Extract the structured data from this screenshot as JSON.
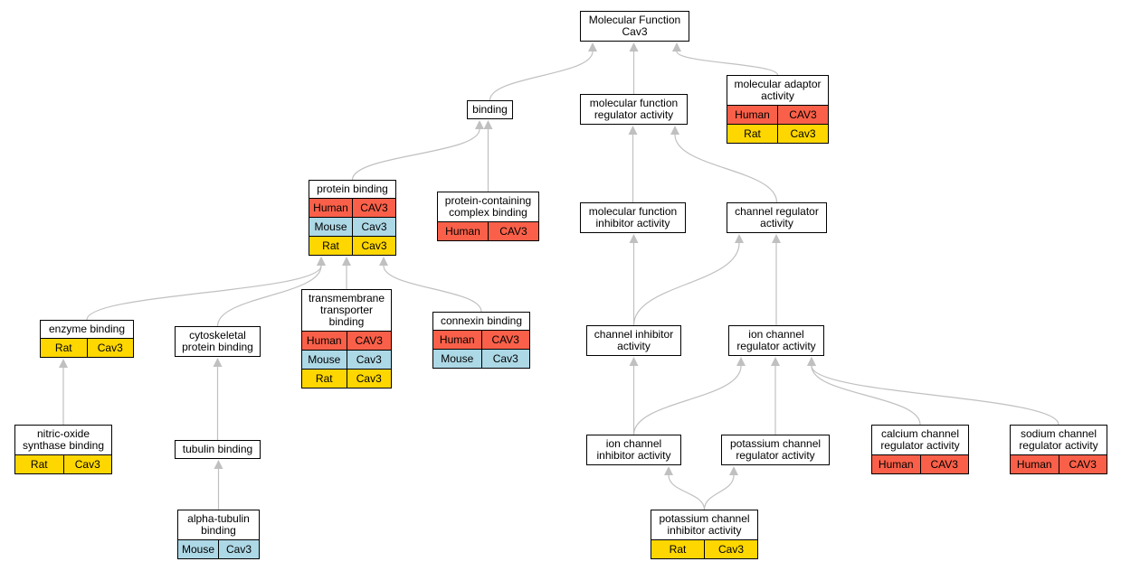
{
  "nodes": {
    "mf": {
      "lines": [
        "Molecular Function",
        "Cav3"
      ],
      "rows": []
    },
    "binding": {
      "lines": [
        "binding"
      ],
      "rows": []
    },
    "mfra": {
      "lines": [
        "molecular function",
        "regulator activity"
      ],
      "rows": []
    },
    "maa": {
      "lines": [
        "molecular adaptor",
        "activity"
      ],
      "rows": [
        [
          "Human",
          "CAV3"
        ],
        [
          "Rat",
          "Cav3"
        ]
      ]
    },
    "pb": {
      "lines": [
        "protein binding"
      ],
      "rows": [
        [
          "Human",
          "CAV3"
        ],
        [
          "Mouse",
          "Cav3"
        ],
        [
          "Rat",
          "Cav3"
        ]
      ]
    },
    "pccb": {
      "lines": [
        "protein-containing",
        "complex binding"
      ],
      "rows": [
        [
          "Human",
          "CAV3"
        ]
      ]
    },
    "mfia": {
      "lines": [
        "molecular function",
        "inhibitor activity"
      ],
      "rows": []
    },
    "cra": {
      "lines": [
        "channel regulator",
        "activity"
      ],
      "rows": []
    },
    "eb": {
      "lines": [
        "enzyme binding"
      ],
      "rows": [
        [
          "Rat",
          "Cav3"
        ]
      ]
    },
    "cpb": {
      "lines": [
        "cytoskeletal",
        "protein binding"
      ],
      "rows": []
    },
    "ttb": {
      "lines": [
        "transmembrane",
        "transporter",
        "binding"
      ],
      "rows": [
        [
          "Human",
          "CAV3"
        ],
        [
          "Mouse",
          "Cav3"
        ],
        [
          "Rat",
          "Cav3"
        ]
      ]
    },
    "cb": {
      "lines": [
        "connexin binding"
      ],
      "rows": [
        [
          "Human",
          "CAV3"
        ],
        [
          "Mouse",
          "Cav3"
        ]
      ]
    },
    "cia": {
      "lines": [
        "channel inhibitor",
        "activity"
      ],
      "rows": []
    },
    "icra": {
      "lines": [
        "ion channel",
        "regulator activity"
      ],
      "rows": []
    },
    "nosb": {
      "lines": [
        "nitric-oxide",
        "synthase binding"
      ],
      "rows": [
        [
          "Rat",
          "Cav3"
        ]
      ]
    },
    "tb": {
      "lines": [
        "tubulin binding"
      ],
      "rows": []
    },
    "icia": {
      "lines": [
        "ion channel",
        "inhibitor activity"
      ],
      "rows": []
    },
    "kcra": {
      "lines": [
        "potassium channel",
        "regulator activity"
      ],
      "rows": []
    },
    "cacra": {
      "lines": [
        "calcium channel",
        "regulator activity"
      ],
      "rows": [
        [
          "Human",
          "CAV3"
        ]
      ]
    },
    "nacra": {
      "lines": [
        "sodium channel",
        "regulator activity"
      ],
      "rows": [
        [
          "Human",
          "CAV3"
        ]
      ]
    },
    "atb": {
      "lines": [
        "alpha-tubulin",
        "binding"
      ],
      "rows": [
        [
          "Mouse",
          "Cav3"
        ]
      ]
    },
    "kcia": {
      "lines": [
        "potassium channel",
        "inhibitor activity"
      ],
      "rows": [
        [
          "Rat",
          "Cav3"
        ]
      ]
    }
  },
  "edges": [
    [
      "binding",
      "mf"
    ],
    [
      "mfra",
      "mf"
    ],
    [
      "maa",
      "mf"
    ],
    [
      "pb",
      "binding"
    ],
    [
      "pccb",
      "binding"
    ],
    [
      "mfia",
      "mfra"
    ],
    [
      "cra",
      "mfra"
    ],
    [
      "eb",
      "pb"
    ],
    [
      "cpb",
      "pb"
    ],
    [
      "ttb",
      "pb"
    ],
    [
      "cb",
      "pb"
    ],
    [
      "cia",
      "mfia"
    ],
    [
      "cia",
      "cra"
    ],
    [
      "icra",
      "cra"
    ],
    [
      "nosb",
      "eb"
    ],
    [
      "tb",
      "cpb"
    ],
    [
      "atb",
      "tb"
    ],
    [
      "icia",
      "cia"
    ],
    [
      "icia",
      "icra"
    ],
    [
      "kcra",
      "icra"
    ],
    [
      "cacra",
      "icra"
    ],
    [
      "nacra",
      "icra"
    ],
    [
      "kcia",
      "icia"
    ],
    [
      "kcia",
      "kcra"
    ]
  ],
  "colors": {
    "Human": "#fa6049",
    "Mouse": "#add8e6",
    "Rat": "#ffd700",
    "edge": "#c0c0c0"
  }
}
